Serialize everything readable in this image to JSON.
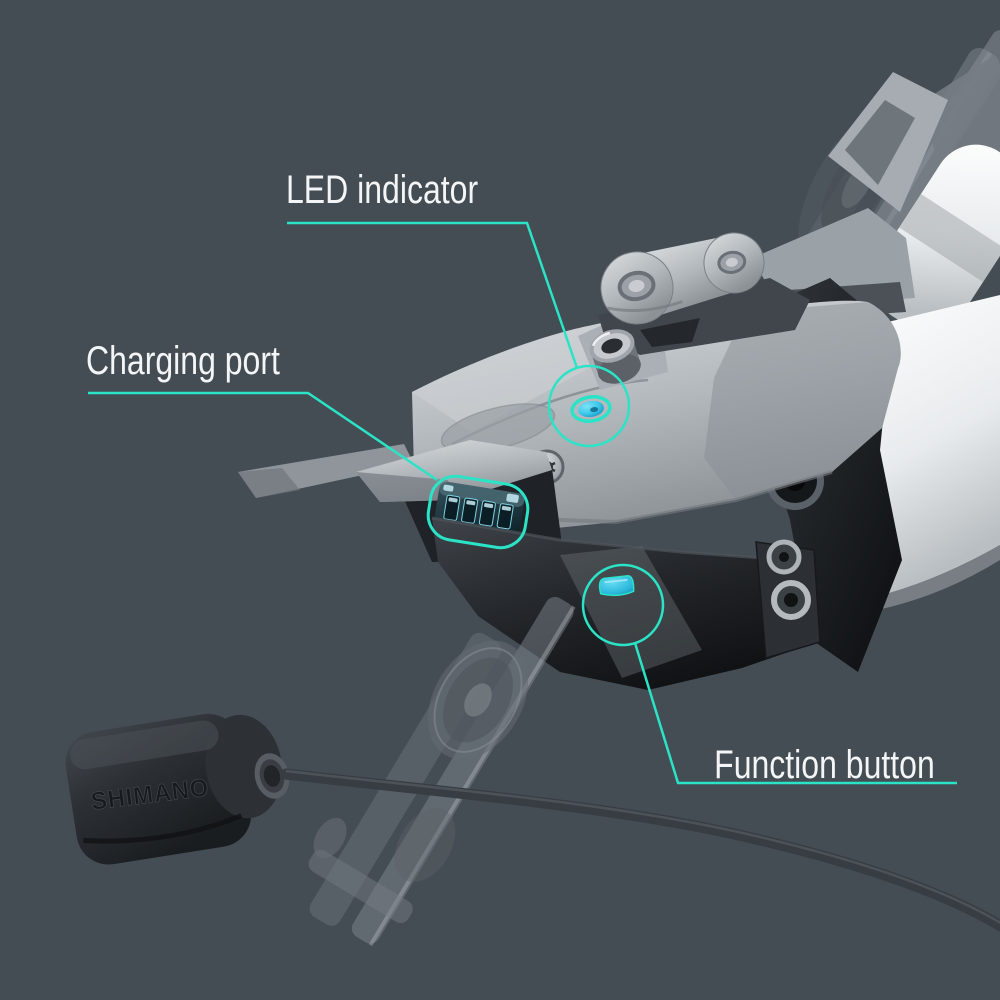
{
  "page": {
    "background_color": "#454d54",
    "accent_color": "#2be3c6",
    "led_color": "#3cc9ec",
    "text_color": "#f3f5f6"
  },
  "callouts": {
    "led": {
      "label": "LED indicator"
    },
    "charging": {
      "label": "Charging port"
    },
    "function": {
      "label": "Function button"
    }
  },
  "device": {
    "brand_text": "SHIMANO"
  }
}
